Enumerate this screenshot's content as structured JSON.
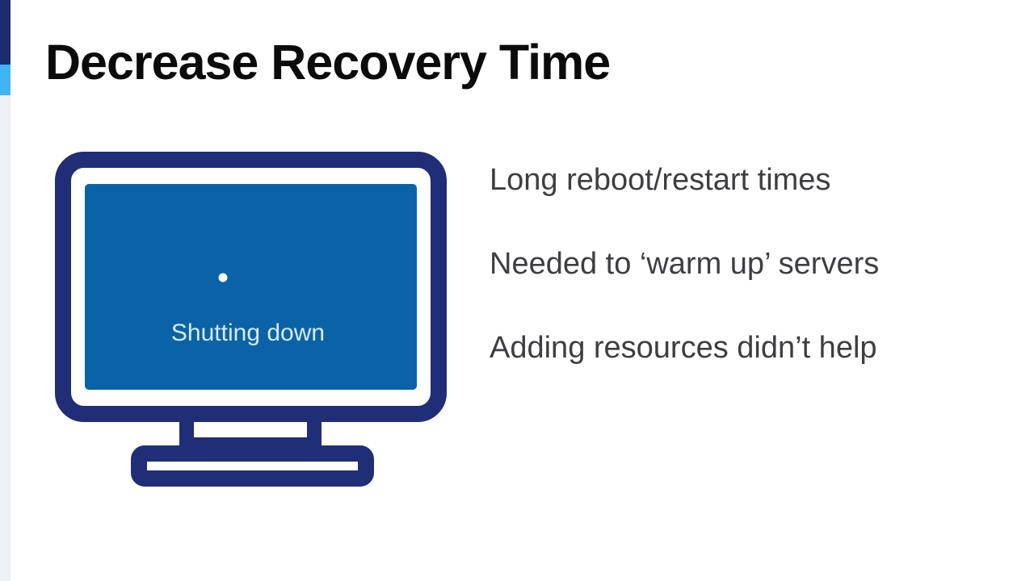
{
  "slide": {
    "title": "Decrease Recovery Time",
    "bullets": [
      "Long reboot/restart times",
      "Needed to ‘warm up’ servers",
      "Adding resources didn’t help"
    ],
    "monitor": {
      "screen_text": "Shutting down",
      "icon": "monitor-shutting-down-icon"
    },
    "colors": {
      "accent_navy": "#1c2d6e",
      "accent_blue": "#41b4f6",
      "strip_gray": "#edf0f5",
      "monitor_outline_navy": "#1f2e77",
      "screen_blue": "#0a63a6",
      "screen_text_blue": "#d9eaf8",
      "title_color": "#0b0b0b",
      "body_text_color": "#3e3e42"
    }
  }
}
